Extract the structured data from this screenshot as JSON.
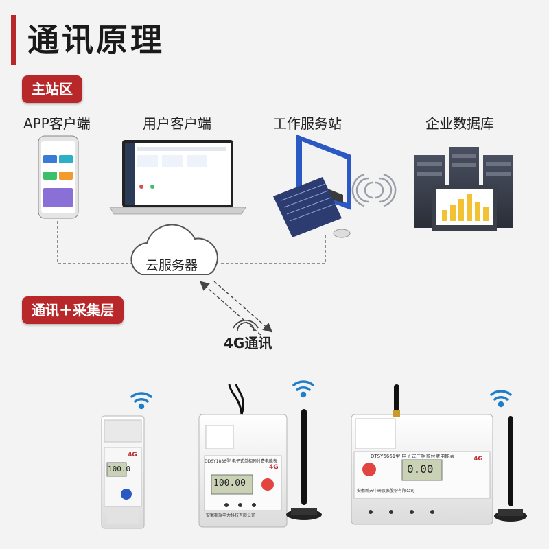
{
  "title": "通讯原理",
  "sections": {
    "master": "主站区",
    "comm": "通讯＋采集层"
  },
  "nodes": {
    "app": "APP客户端",
    "user": "用户客户端",
    "workstation": "工作服务站",
    "database": "企业数据库",
    "cloud": "云服务器"
  },
  "link": {
    "fourg_prefix": "4G",
    "fourg_suffix": "通讯"
  },
  "meters": {
    "m1_badge": "4G",
    "m1_display": "100.0",
    "m2_model": "DDSY1886型 电子式单相预付费电能表",
    "m2_display": "100.00",
    "m2_company": "安徽斯瑞电力科技有限公司",
    "m2_badge": "4G",
    "m3_model": "DTSY6661型 电子式三相预付费电能表",
    "m3_display": "0.00",
    "m3_company": "安徽新天中研仪表股份有限公司",
    "m3_badge": "4G"
  },
  "colors": {
    "accent": "#b8282b",
    "wifi": "#1e7fc8",
    "screen_blue": "#2c58c4",
    "chart_yellow": "#f2c233"
  }
}
